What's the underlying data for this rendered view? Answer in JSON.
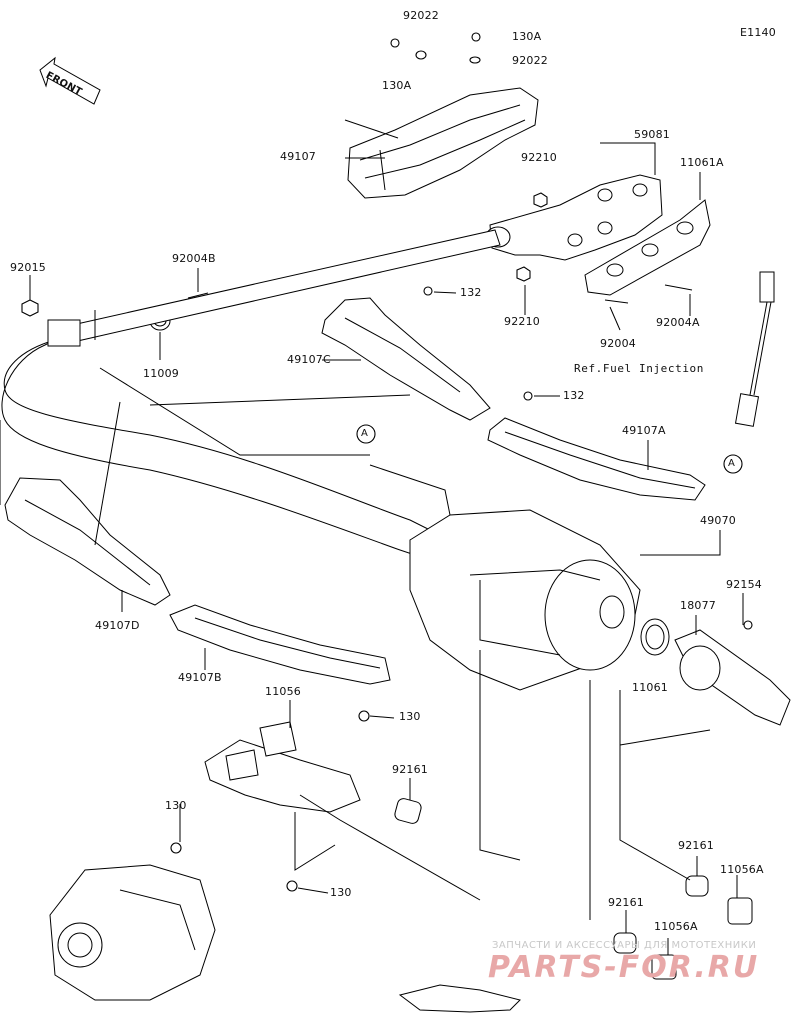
{
  "diagram_code": "E1140",
  "front_label": "FRONT",
  "ref_note": "Ref.Fuel Injection",
  "callout_a": "A",
  "parts": {
    "p92022_top": "92022",
    "p130A_left": "130A",
    "p130A_right": "130A",
    "p92022_right": "92022",
    "p49107": "49107",
    "p59081": "59081",
    "p92210_top": "92210",
    "p11061A": "11061A",
    "p92015": "92015",
    "p92004B": "92004B",
    "p132_top": "132",
    "p92210_bot": "92210",
    "p92004A": "92004A",
    "p11009": "11009",
    "p49107C": "49107C",
    "p92004": "92004",
    "p132_mid": "132",
    "p49107A": "49107A",
    "p49070": "49070",
    "p92154": "92154",
    "p18077": "18077",
    "p49107D": "49107D",
    "p11061": "11061",
    "p49107B": "49107B",
    "p11056": "11056",
    "p130_top": "130",
    "p92161_a": "92161",
    "p130_left": "130",
    "p92161_b": "92161",
    "p11056A_a": "11056A",
    "p130_bot": "130",
    "p92161_c": "92161",
    "p11056A_b": "11056A"
  },
  "watermark": {
    "line1": "ЗАПЧАСТИ И АКСЕССУАРЫ ДЛЯ МОТОТЕХНИКИ",
    "line2": "PARTS-FOR.RU"
  }
}
